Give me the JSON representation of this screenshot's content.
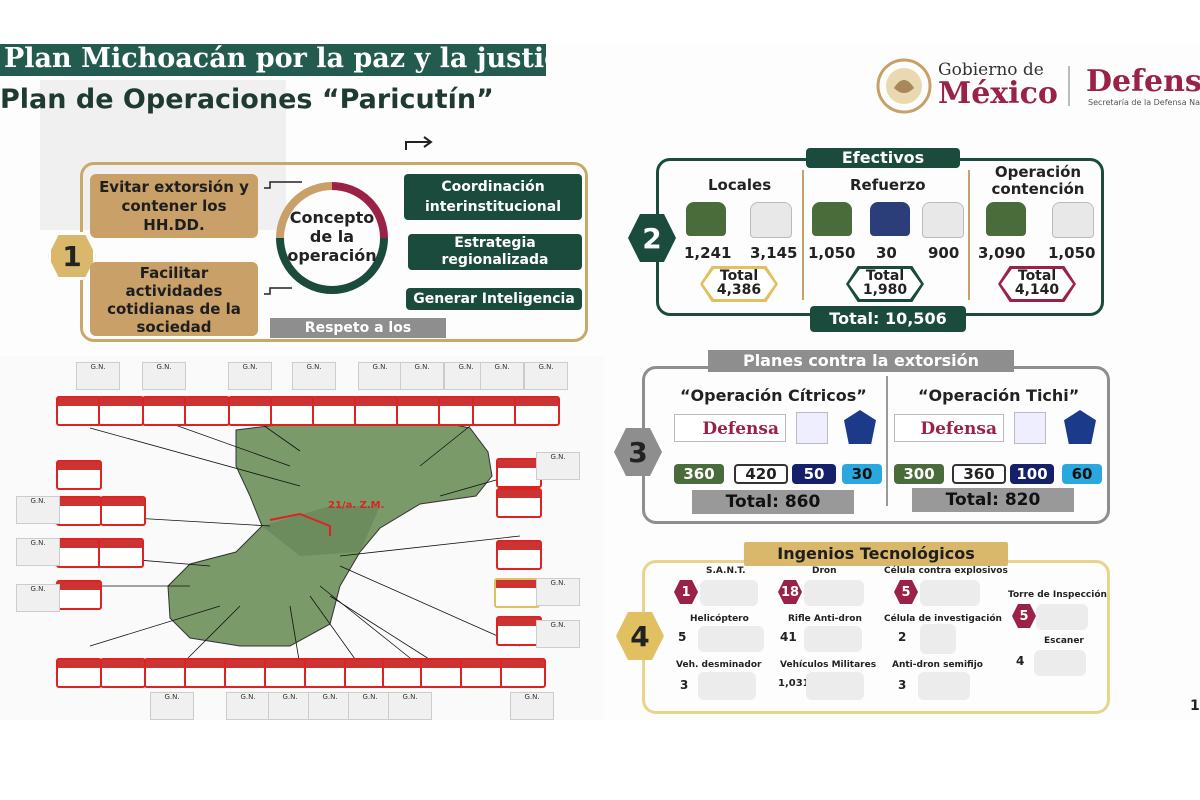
{
  "header": {
    "plan_title": "Plan Michoacán por la paz y la justicia",
    "operation_title": "Plan de Operaciones “Paricutín”"
  },
  "logo": {
    "gobierno_line1": "Gobierno de",
    "gobierno_line2": "México",
    "defensa": "Defensa",
    "defensa_sub": "Secretaría de la Defensa Nacional"
  },
  "section1": {
    "number": "1",
    "left_items": [
      "Evitar extorsión y contener los HH.DD.",
      "Facilitar actividades cotidianas de la sociedad"
    ],
    "center": "Concepto de la operación",
    "right_items": [
      "Coordinación interinstitucional",
      "Estrategia regionalizada",
      "Generar Inteligencia"
    ],
    "bottom_band": "Respeto a los"
  },
  "section2": {
    "number": "2",
    "title": "Efectivos",
    "groups": [
      {
        "label": "Locales",
        "values": [
          "1,241",
          "3,145"
        ],
        "total": "Total 4,386"
      },
      {
        "label": "Refuerzo",
        "values": [
          "1,050",
          "30",
          "900"
        ],
        "total": "Total 1,980"
      },
      {
        "label": "Operación contención",
        "values": [
          "3,090",
          "1,050"
        ],
        "total": "Total 4,140"
      }
    ],
    "grand_total": "Total: 10,506"
  },
  "section3": {
    "number": "3",
    "title": "Planes contra la extorsión",
    "operations": [
      {
        "name": "“Operación Cítricos”",
        "logo": "Defensa",
        "counts": [
          "360",
          "420",
          "50",
          "30"
        ],
        "total": "Total: 860"
      },
      {
        "name": "“Operación Tichi”",
        "logo": "Defensa",
        "counts": [
          "300",
          "360",
          "100",
          "60"
        ],
        "total": "Total: 820"
      }
    ]
  },
  "section4": {
    "number": "4",
    "title": "Ingenios Tecnológicos",
    "items": [
      {
        "label": "S.A.N.T.",
        "count": "1"
      },
      {
        "label": "Dron",
        "count": "18"
      },
      {
        "label": "Célula contra explosivos",
        "count": "5"
      },
      {
        "label": "Torre de Inspección",
        "count": "5"
      },
      {
        "label": "Helicóptero",
        "count": "5"
      },
      {
        "label": "Rifle Anti-dron",
        "count": "41"
      },
      {
        "label": "Célula de investigación",
        "count": "2"
      },
      {
        "label": "Escaner",
        "count": "4"
      },
      {
        "label": "Veh. desminador",
        "count": "3"
      },
      {
        "label": "Vehículos Militares",
        "count": "1,031"
      },
      {
        "label": "Anti-dron semifijo",
        "count": "3"
      }
    ]
  },
  "map": {
    "zone_labels": [
      "21/a. Z.M."
    ],
    "gn_label": "G.N."
  },
  "page_number": "1",
  "colors": {
    "green": "#1b4b3c",
    "tan": "#c8a068",
    "guinda": "#9b2247",
    "gray": "#8e8e8e"
  }
}
